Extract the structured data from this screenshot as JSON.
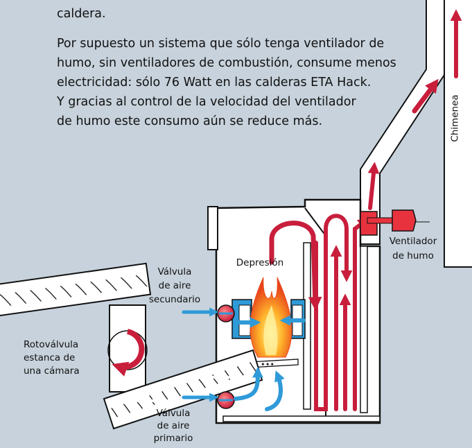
{
  "paragraph": {
    "line0": "caldera.",
    "line1": "Por supuesto un sistema que sólo tenga ventilador de",
    "line2": "humo, sin ventiladores de combustión, consume menos",
    "line3": "electricidad: sólo 76 Watt en las calderas ETA Hack.",
    "line4": "Y gracias al control de la velocidad del ventilador",
    "line5": "de humo este consumo aún se reduce más."
  },
  "labels": {
    "chimenea": "Chimenea",
    "ventilador": [
      "Ventilador",
      "de humo"
    ],
    "depresion": "Depresión",
    "valvula_secundario": [
      "Válvula",
      "de aire",
      "secundario"
    ],
    "rotovalvula": [
      "Rotoválvula",
      "estanca de",
      "una cámara"
    ],
    "valvula_primario": [
      "Válvula",
      "de aire",
      "primario"
    ]
  },
  "colors": {
    "background": "#c7d2dc",
    "flue_gas_arrow": "#c81e3c",
    "air_arrow": "#2f9ad8",
    "flame": "#f27a1c",
    "outline": "#111111"
  }
}
